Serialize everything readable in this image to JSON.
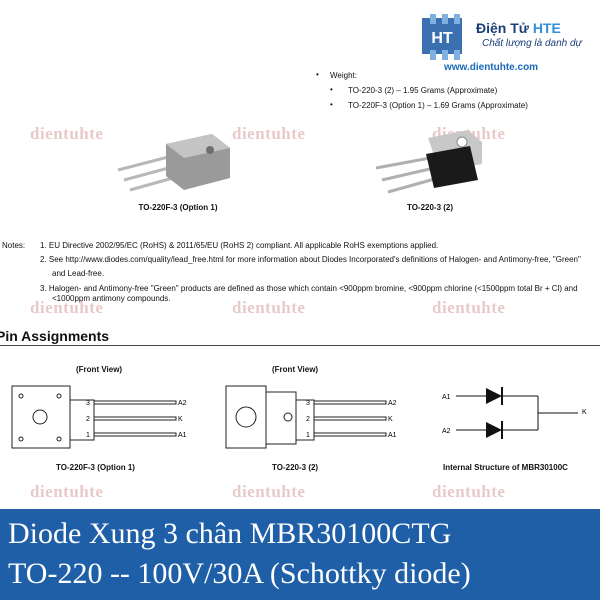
{
  "logo": {
    "name": "Điện Tử HTE",
    "name_part1": "Điện Tử ",
    "name_part2": "HTE",
    "tagline": "Chất lượng là danh dự",
    "url": "www.dientuhte.com",
    "mark_text": "HT"
  },
  "weight": {
    "heading": "Weight:",
    "items": [
      "TO-220-3 (2) – 1.95 Grams (Approximate)",
      "TO-220F-3 (Option 1) – 1.69 Grams (Approximate)"
    ]
  },
  "packages": {
    "left_label": "TO-220F-3 (Option 1)",
    "right_label": "TO-220-3 (2)"
  },
  "notes": {
    "label": "Notes:",
    "items": [
      "1. EU Directive 2002/95/EC (RoHS) & 2011/65/EU (RoHS 2) compliant. All applicable RoHS exemptions applied.",
      "2. See http://www.diodes.com/quality/lead_free.html for more information about Diodes Incorporated's definitions of Halogen- and Antimony-free, \"Green\"",
      "and Lead-free.",
      "3. Halogen- and Antimony-free \"Green\" products are defined as those which contain <900ppm bromine, <900ppm chlorine (<1500ppm total Br + Cl) and",
      "<1000ppm antimony compounds."
    ]
  },
  "watermark": "dientuhte",
  "pin_assignments": {
    "title": "Pin Assignments",
    "left": {
      "view": "(Front View)",
      "caption": "TO-220F-3 (Option 1)",
      "pin_numbers": [
        "3",
        "2",
        "1"
      ],
      "pin_names": [
        "A2",
        "K",
        "A1"
      ]
    },
    "middle": {
      "view": "(Front View)",
      "caption": "TO-220-3 (2)",
      "pin_numbers": [
        "3",
        "2",
        "1"
      ],
      "pin_names": [
        "A2",
        "K",
        "A1"
      ]
    },
    "right": {
      "caption": "Internal Structure of MBR30100C",
      "a1": "A1",
      "a2": "A2",
      "k": "K"
    }
  },
  "banner": {
    "line1": "Diode Xung 3 chân MBR30100CTG",
    "line2": "TO-220 -- 100V/30A (Schottky diode)",
    "color": "#1f5fa8"
  }
}
